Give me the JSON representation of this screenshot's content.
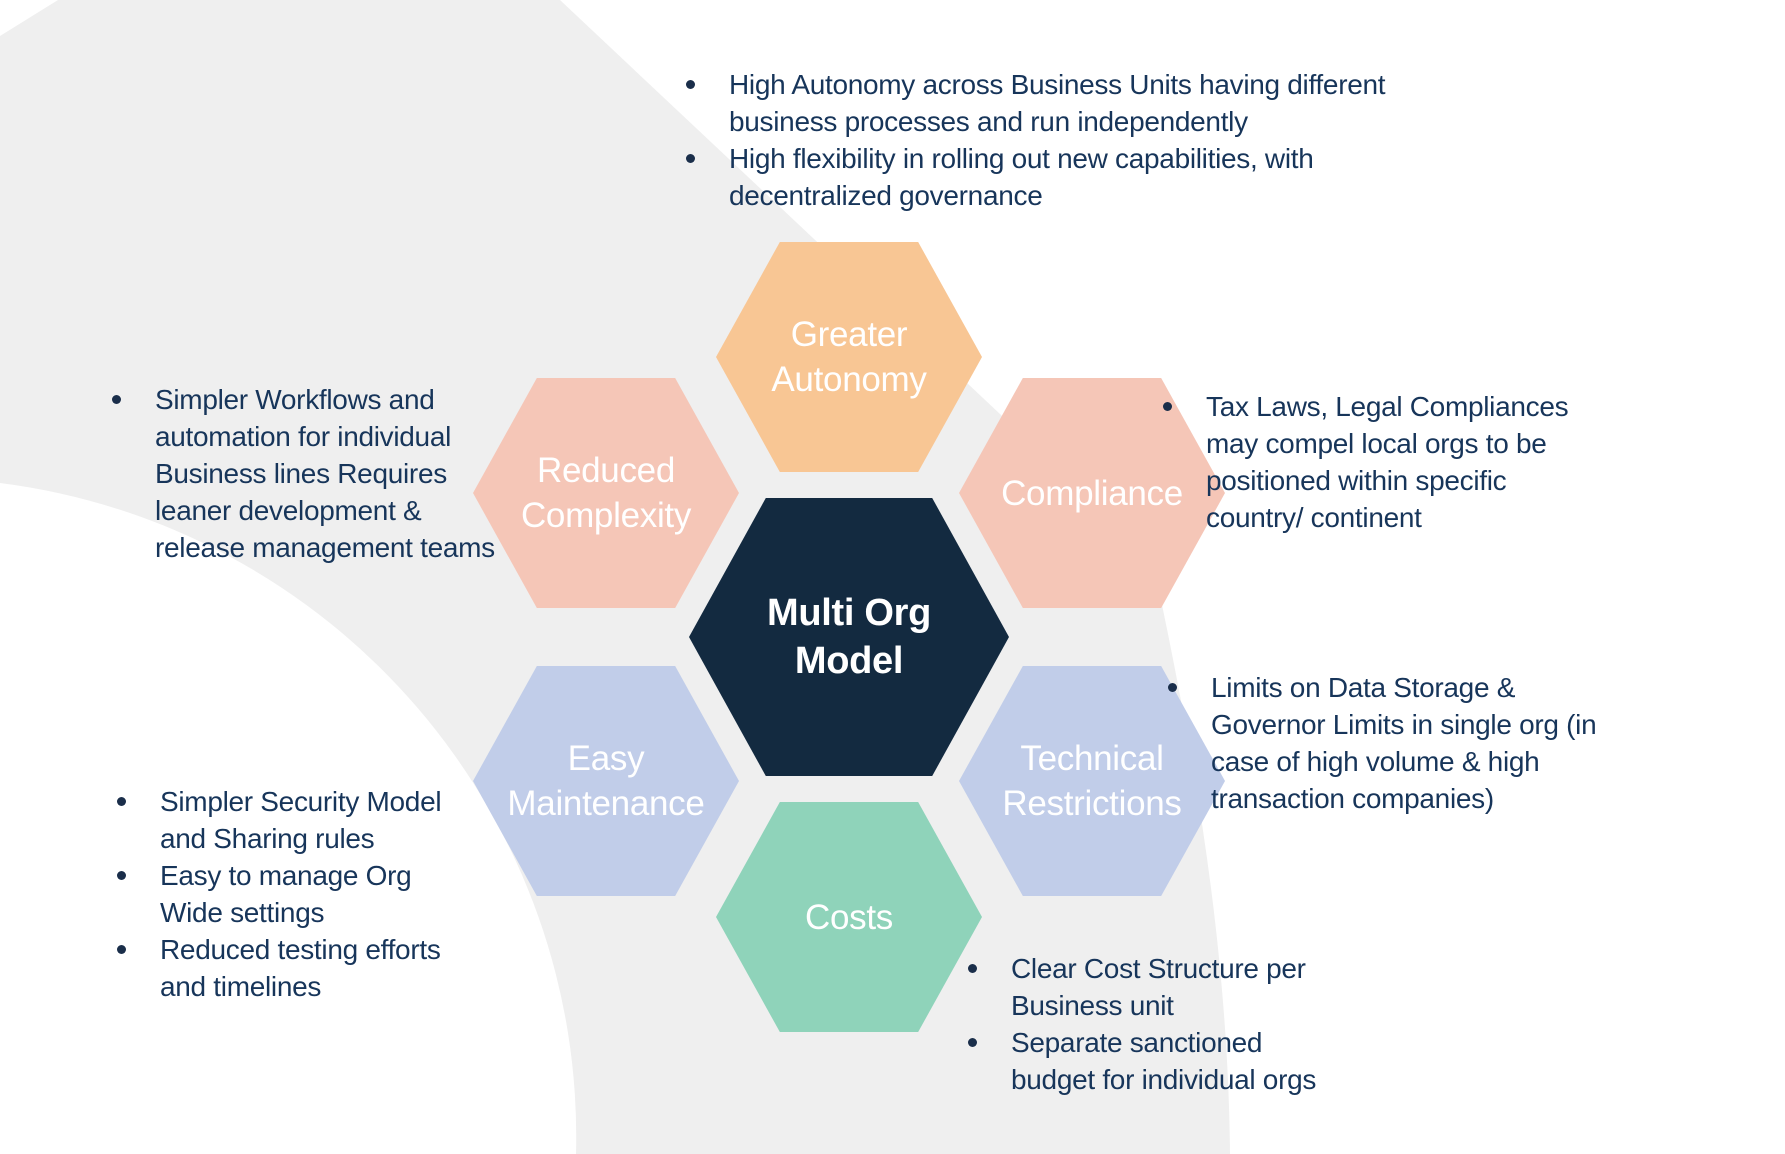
{
  "diagram": {
    "title": "Multi Org Model hexagon diagram",
    "colors": {
      "background_gray": "#EFEFEF",
      "background_white": "#FFFFFF",
      "center_hex": "#132A40",
      "orange_hex": "#F8C694",
      "salmon_hex": "#F5C6B7",
      "periwinkle_hex": "#C1CDE9",
      "teal_hex": "#8FD3BA",
      "hex_label_text": "#FFFFFF",
      "note_text": "#17355A"
    },
    "hexagons": {
      "center": {
        "label": "Multi Org Model",
        "color": "#132A40",
        "position": "center"
      },
      "top": {
        "label": "Greater Autonomy",
        "color": "#F8C694",
        "position": "top"
      },
      "top_left": {
        "label": "Reduced Complexity",
        "color": "#F5C6B7",
        "position": "top-left"
      },
      "top_right": {
        "label": "Compliance",
        "color": "#F5C6B7",
        "position": "top-right"
      },
      "bottom_left": {
        "label": "Easy Maintenance",
        "color": "#C1CDE9",
        "position": "bottom-left"
      },
      "bottom_right": {
        "label": "Technical Restrictions",
        "color": "#C1CDE9",
        "position": "bottom-right"
      },
      "bottom": {
        "label": "Costs",
        "color": "#8FD3BA",
        "position": "bottom"
      }
    },
    "notes": {
      "greater_autonomy": {
        "items": [
          "High Autonomy across Business Units having different business processes and run independently",
          "High flexibility in rolling out new capabilities, with decentralized governance"
        ]
      },
      "reduced_complexity": {
        "items": [
          "Simpler Workflows and automation for individual Business lines Requires leaner development & release management teams"
        ]
      },
      "compliance": {
        "items": [
          "Tax Laws, Legal Compliances may compel local orgs to be positioned within specific country/ continent"
        ]
      },
      "technical_restrictions": {
        "items": [
          "Limits on Data Storage & Governor Limits in single org (in case of high volume & high transaction companies)"
        ]
      },
      "easy_maintenance": {
        "items": [
          "Simpler Security Model and Sharing rules",
          "Easy to manage Org Wide settings",
          "Reduced testing efforts and timelines"
        ]
      },
      "costs": {
        "items": [
          "Clear Cost Structure per Business unit",
          "Separate sanctioned budget for individual orgs"
        ]
      }
    }
  }
}
